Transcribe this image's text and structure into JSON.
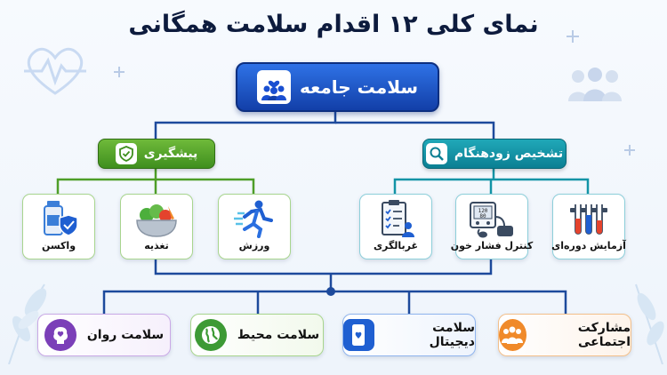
{
  "title": {
    "text": "نمای کلی ۱۲ اقدام سلامت همگانی"
  },
  "root": {
    "label": "سلامت جامعه",
    "icon": "community-icon"
  },
  "branches": {
    "prevention": {
      "label": "پیشگیری",
      "icon": "shield-check-icon",
      "color": "#4e9e28"
    },
    "early_detection": {
      "label": "تشخیص زودهنگام",
      "icon": "magnifier-icon",
      "color": "#1294a6"
    }
  },
  "prevention_items": [
    {
      "label": "واکسن",
      "icon": "vaccine-icon"
    },
    {
      "label": "تغذیه",
      "icon": "food-bowl-icon"
    },
    {
      "label": "ورزش",
      "icon": "runner-icon"
    }
  ],
  "detection_items": [
    {
      "label": "غربالگری",
      "icon": "checklist-icon"
    },
    {
      "label": "کنترل فشار خون",
      "icon": "blood-pressure-icon"
    },
    {
      "label": "آزمایش دوره‌ای",
      "icon": "test-tubes-icon"
    }
  ],
  "outcomes": [
    {
      "label": "سلامت روان",
      "icon": "mental-health-icon",
      "color": "#7b3fb8"
    },
    {
      "label": "سلامت محیط",
      "icon": "globe-icon",
      "color": "#3d9a35"
    },
    {
      "label": "سلامت دیجیتال",
      "icon": "smartphone-heart-icon",
      "color": "#1f5fd1"
    },
    {
      "label": "مشارکت اجتماعی",
      "icon": "group-icon",
      "color": "#f08a2a"
    }
  ]
}
